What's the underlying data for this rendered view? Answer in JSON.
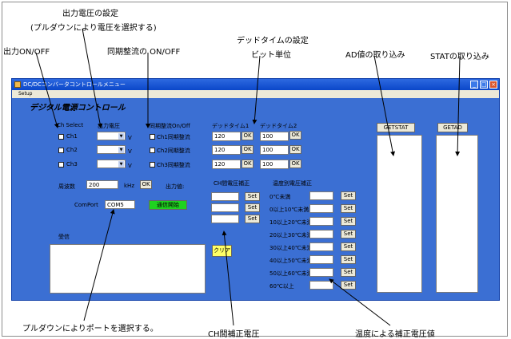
{
  "annotations": {
    "output_voltage_title": "出力電圧の設定",
    "output_voltage_sub": "(プルダウンにより電圧を選択する)",
    "output_onoff": "出力ON/OFF",
    "sync_rect": "同期整流の ON/OFF",
    "deadtime_title": "デッドタイムの設定",
    "deadtime_sub": "ビット単位",
    "ad_capture": "AD値の取り込み",
    "stat_capture": "STATの取り込み",
    "port_note": "プルダウンによりポートを選択する。",
    "ch_corr_note": "CH間補正電圧",
    "temp_corr_note": "温度による補正電圧値"
  },
  "window": {
    "title": "DC/DCコンバータコントロールメニュー",
    "menu": "Setup",
    "heading": "デジタル電源コントロール"
  },
  "headers": {
    "ch_select": "Ch Select",
    "output_voltage": "出力電圧",
    "sync": "同期整流On/Off",
    "dt1": "デッドタイム1",
    "dt2": "デッドタイム2"
  },
  "channels": [
    {
      "label": "Ch1",
      "unit": "V",
      "sync": "Ch1同期整流",
      "dt1": "120",
      "dt2": "100",
      "ok": "OK"
    },
    {
      "label": "Ch2",
      "unit": "V",
      "sync": "Ch2同期整流",
      "dt1": "120",
      "dt2": "100",
      "ok": "OK"
    },
    {
      "label": "Ch3",
      "unit": "V",
      "sync": "Ch3同期整流",
      "dt1": "120",
      "dt2": "100",
      "ok": "OK"
    }
  ],
  "freq": {
    "label": "周波数",
    "value": "200",
    "unit": "kHz",
    "ok": "OK",
    "output_label": "出力値:"
  },
  "comport": {
    "label": "ComPort",
    "value": "COM5",
    "start": "通信開始"
  },
  "receive": {
    "label": "受信",
    "clear": "クリア"
  },
  "ch_correction": {
    "title": "CH間電圧補正",
    "set": "Set"
  },
  "temp_correction": {
    "title": "温度別電圧補正",
    "set": "Set",
    "rows": [
      "0℃未満",
      "0以上10℃未満",
      "10以上20℃未満",
      "20以上30℃未満",
      "30以上40℃未満",
      "40以上50℃未満",
      "50以上60℃未満",
      "60℃以上"
    ]
  },
  "buttons": {
    "getstat": "GETSTAT",
    "getad": "GETAD"
  },
  "colors": {
    "window_bg": "#3b6fd3",
    "start_button": "#1fd21f",
    "clear_button": "#ffff66"
  }
}
